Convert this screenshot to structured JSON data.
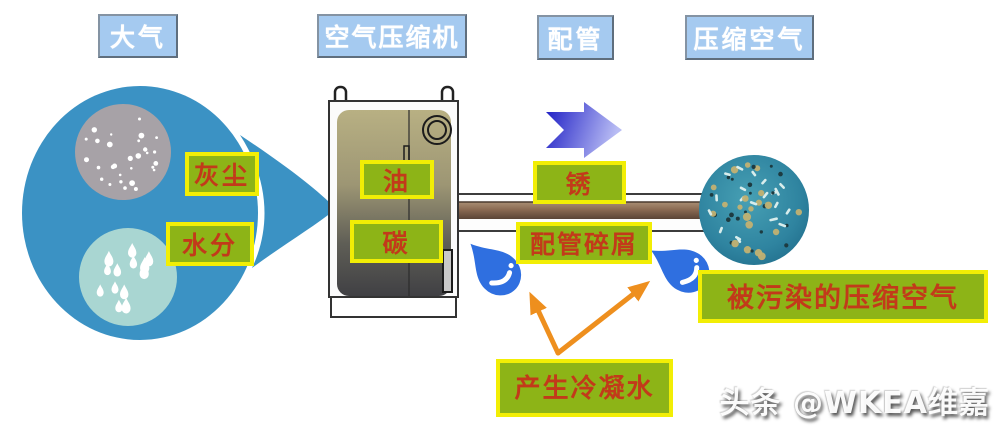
{
  "stages": [
    {
      "label": "大气"
    },
    {
      "label": "空气压缩机"
    },
    {
      "label": "配管"
    },
    {
      "label": "压缩空气"
    }
  ],
  "contaminants": {
    "dust": "灰尘",
    "moisture": "水分",
    "oil": "油",
    "carbon": "碳",
    "rust": "锈",
    "pipe_debris": "配管碎屑",
    "contaminated_air": "被污染的压缩空气",
    "condensate": "产生冷凝水"
  },
  "watermark": "头条 @WKEA维嘉",
  "colors": {
    "stage_label_bg": "#a5caf0",
    "stage_label_border": "#8493a3",
    "stage_label_text": "#ffffff",
    "tag_bg": "#8db417",
    "tag_border": "#f2ee05",
    "tag_text": "#c23a1a",
    "atmosphere_blue": "#3b92c4",
    "dust_circle_gray": "#a7a2a7",
    "moisture_circle_teal": "#a9d6d2",
    "condensate_drop_blue": "#2f6fe0",
    "pointer_arrow_orange": "#ee8f1e",
    "flow_arrow_blue_dark": "#1c1cc4",
    "flow_arrow_blue_light": "#b9bdf4",
    "pipe_brown": "#8a6a52",
    "ball_teal": "#2f84a0"
  },
  "icons": {
    "flow_arrow": "flow-arrow-icon",
    "condensate_drop": "water-drop-icon",
    "pointer_arrow": "pointer-arrow-icon"
  }
}
